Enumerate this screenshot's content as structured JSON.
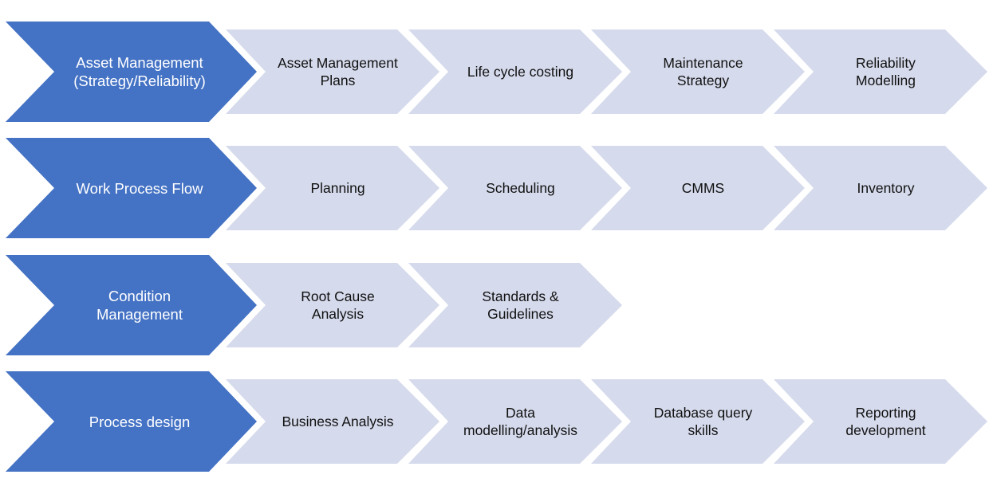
{
  "colors": {
    "head_fill": "#4472C4",
    "step_fill": "#D5DAEC",
    "head_text": "#FFFFFF",
    "step_text": "#111111"
  },
  "rows": [
    {
      "head": "Asset Management\n(Strategy/Reliability)",
      "steps": [
        "Asset Management\nPlans",
        "Life cycle costing",
        "Maintenance\nStrategy",
        "Reliability\nModelling"
      ]
    },
    {
      "head": "Work Process Flow",
      "steps": [
        "Planning",
        "Scheduling",
        "CMMS",
        "Inventory"
      ]
    },
    {
      "head": "Condition\nManagement",
      "steps": [
        "Root Cause\nAnalysis",
        "Standards &\nGuidelines"
      ]
    },
    {
      "head": "Process design",
      "steps": [
        "Business Analysis",
        "Data\nmodelling/analysis",
        "Database query\nskills",
        "Reporting\ndevelopment"
      ]
    }
  ]
}
